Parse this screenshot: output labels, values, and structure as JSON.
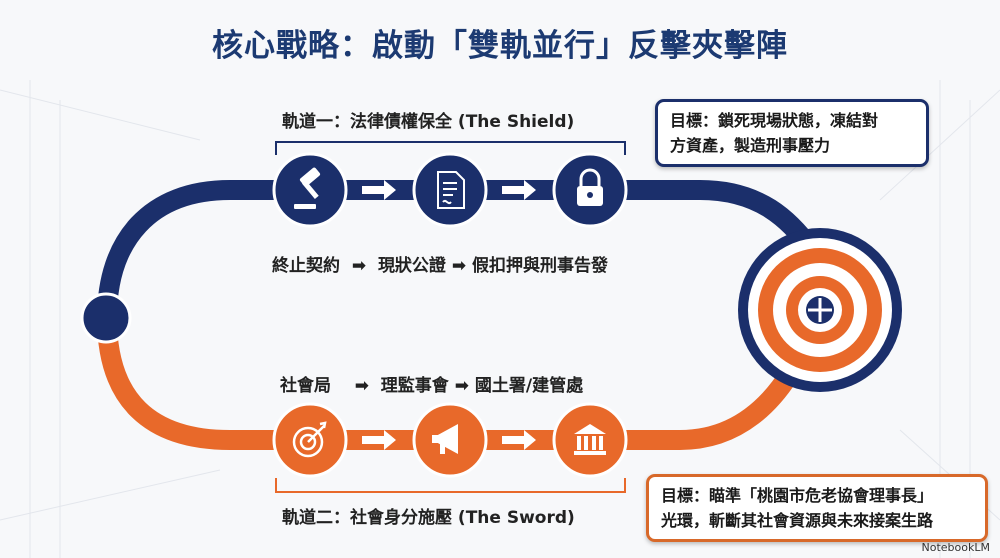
{
  "title": "核心戰略：啟動「雙軌並行」反擊夾擊陣",
  "track1": {
    "label": "軌道一：法律債權保全 (The Shield)",
    "steps_text": [
      "終止契約",
      "現狀公證",
      "假扣押與刑事告發"
    ],
    "icons": [
      "gavel-icon",
      "document-icon",
      "lock-icon"
    ],
    "goal": [
      "目標：鎖死現場狀態，凍結對",
      "方資產，製造刑事壓力"
    ]
  },
  "track2": {
    "label": "軌道二：社會身分施壓 (The Sword)",
    "steps_text": [
      "社會局",
      "理監事會",
      "國土署/建管處"
    ],
    "icons": [
      "target-icon",
      "megaphone-icon",
      "government-building-icon"
    ],
    "goal": [
      "目標：瞄準「桃園市危老協會理事長」",
      "光環，斬斷其社會資源與未來接案生路"
    ]
  },
  "arrow_glyph": "➡",
  "brand": "NotebookLM",
  "colors": {
    "navy": "#1b2f6b",
    "orange": "#e8692a"
  }
}
